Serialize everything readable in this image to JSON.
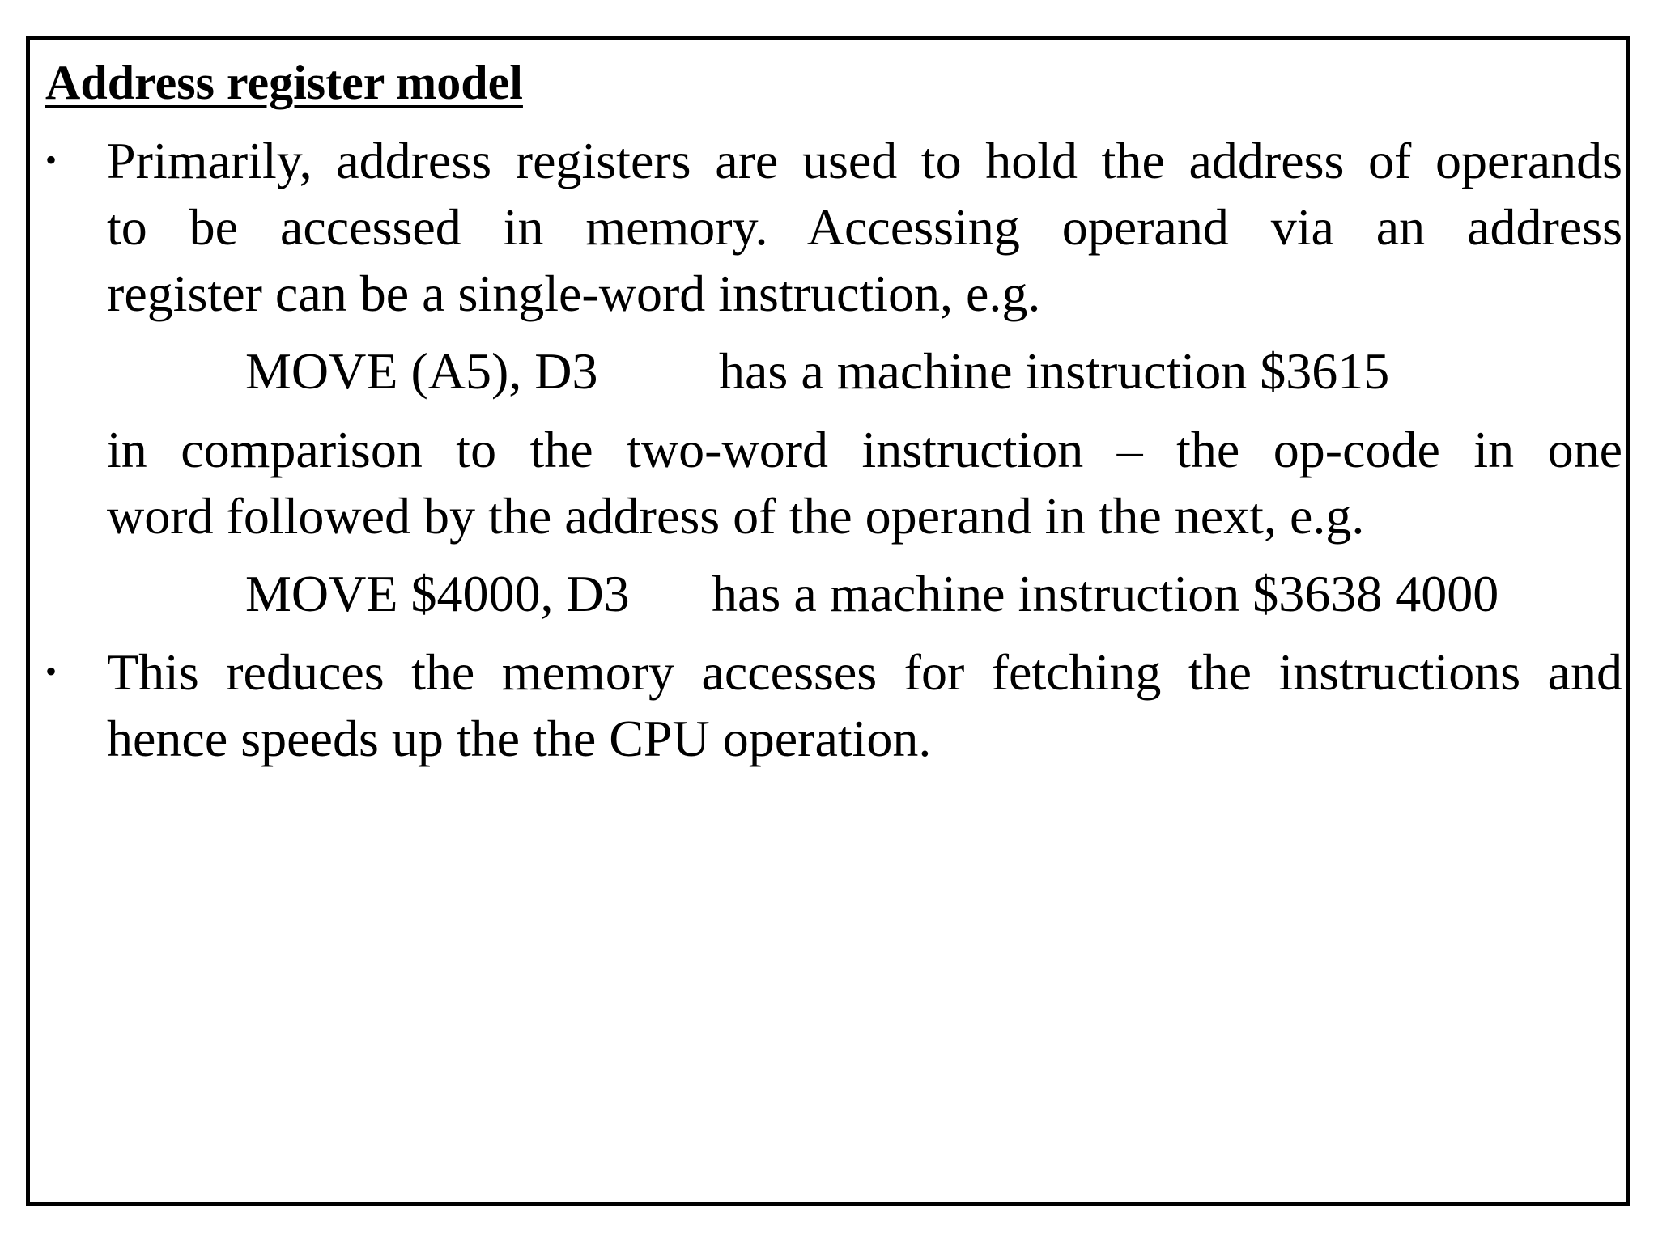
{
  "slide": {
    "title": "Address register model",
    "bullets": [
      {
        "marker": "•",
        "lines": [
          "Primarily, address registers are used to hold the address of operands",
          "to be accessed in memory. Accessing operand via an address",
          "register can be a single-word instruction, e.g."
        ]
      },
      {
        "marker": "•",
        "lines": [
          "This reduces the memory accesses for fetching the instructions and",
          "hence speeds up the the CPU operation."
        ]
      }
    ],
    "example1": {
      "instruction": "MOVE (A5), D3",
      "description": "has a machine instruction $3615"
    },
    "comparison": {
      "lines": [
        "in comparison to the two-word instruction – the op-code in one",
        "word followed by the address of the operand in the next, e.g."
      ]
    },
    "example2": {
      "instruction": "MOVE $4000, D3",
      "description": "has a machine instruction $3638 4000"
    }
  }
}
